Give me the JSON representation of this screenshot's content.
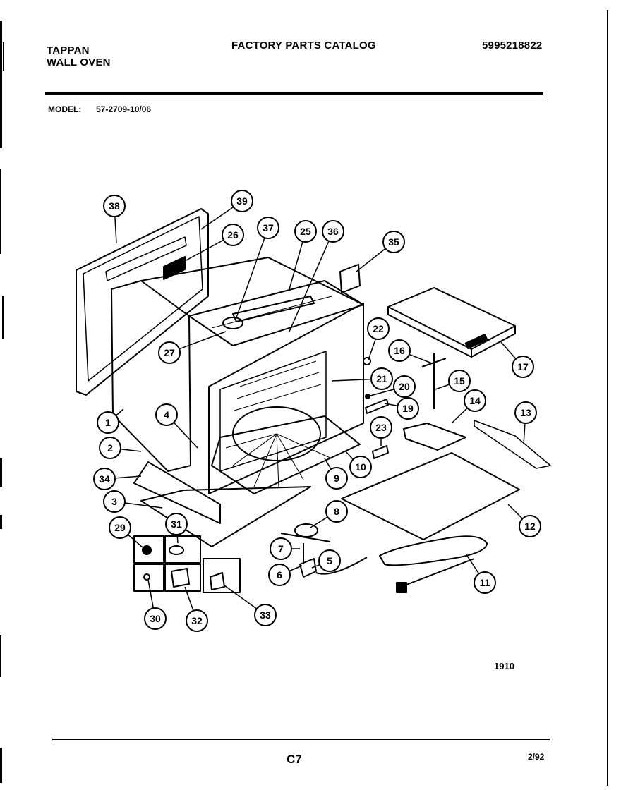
{
  "header": {
    "brand": "TAPPAN",
    "product": "WALL OVEN",
    "title": "FACTORY PARTS CATALOG",
    "catalog_number": "5995218822"
  },
  "model": {
    "label": "MODEL:",
    "value": "57-2709-10/06"
  },
  "figure_number": "1910",
  "footer": {
    "page": "C7",
    "date": "2/92"
  },
  "callouts": [
    "1",
    "2",
    "3",
    "4",
    "5",
    "6",
    "7",
    "8",
    "9",
    "10",
    "11",
    "12",
    "13",
    "14",
    "15",
    "16",
    "17",
    "19",
    "20",
    "21",
    "22",
    "23",
    "25",
    "26",
    "27",
    "29",
    "30",
    "31",
    "32",
    "33",
    "34",
    "35",
    "36",
    "37",
    "38",
    "39"
  ]
}
